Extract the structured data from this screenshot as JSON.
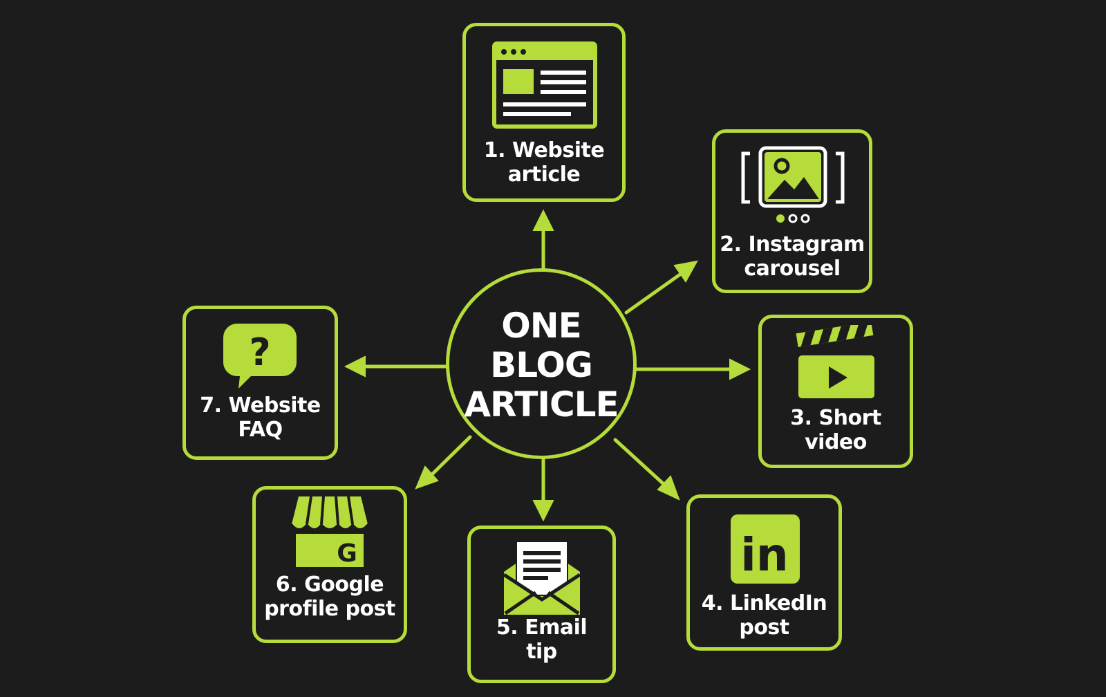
{
  "colors": {
    "accent": "#b5dc3a",
    "background": "#1c1c1c",
    "text": "#ffffff"
  },
  "center": {
    "lines": [
      "ONE",
      "BLOG",
      "ARTICLE"
    ]
  },
  "nodes": [
    {
      "label_line1": "1. Website",
      "label_line2": "article",
      "icon": "webpage-icon"
    },
    {
      "label_line1": "2. Instagram",
      "label_line2": "carousel",
      "icon": "image-carousel-icon"
    },
    {
      "label_line1": "3. Short",
      "label_line2": "video",
      "icon": "clapperboard-icon"
    },
    {
      "label_line1": "4. LinkedIn",
      "label_line2": "post",
      "icon": "linkedin-icon"
    },
    {
      "label_line1": "5. Email",
      "label_line2": "tip",
      "icon": "envelope-icon"
    },
    {
      "label_line1": "6. Google",
      "label_line2": "profile post",
      "icon": "google-storefront-icon",
      "icon_letter": "G"
    },
    {
      "label_line1": "7. Website",
      "label_line2": "FAQ",
      "icon": "question-bubble-icon",
      "icon_glyph": "?"
    }
  ],
  "linkedin_glyph": "in"
}
